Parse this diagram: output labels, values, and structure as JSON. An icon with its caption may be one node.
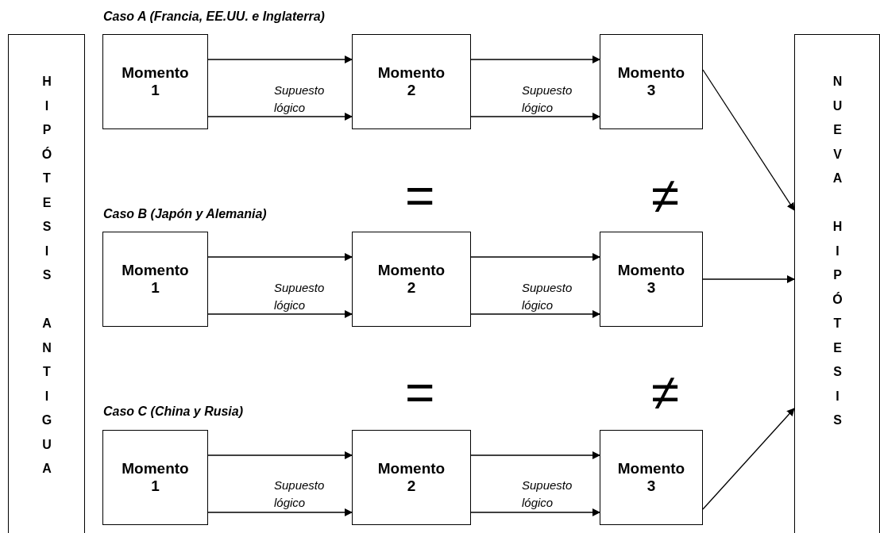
{
  "diagram": {
    "nodes": [
      {
        "text": [
          "HIPÓTESIS ANTIGUA"
        ]
      },
      {
        "text": [
          "Momento 1"
        ]
      },
      {
        "text": [
          "Momento 2"
        ]
      },
      {
        "text": [
          "Momento 3"
        ]
      },
      {
        "text": [
          "Momento 1"
        ]
      },
      {
        "text": [
          "Momento 2"
        ]
      },
      {
        "text": [
          "Momento 3"
        ]
      },
      {
        "text": [
          "Momento 1"
        ]
      },
      {
        "text": [
          "Momento 2"
        ]
      },
      {
        "text": [
          "Momento 3"
        ]
      },
      {
        "text": [
          "NUEVA HIPÓTESIS"
        ]
      }
    ],
    "edges": [
      {
        "from": 1,
        "to": 2,
        "arrow": "to"
      },
      {
        "from": 1,
        "to": 2,
        "arrow": "to"
      },
      {
        "from": 2,
        "to": 3,
        "arrow": "to"
      },
      {
        "from": 2,
        "to": 3,
        "arrow": "to"
      },
      {
        "from": 3,
        "to": 10,
        "arrow": "to"
      },
      {
        "from": 4,
        "to": 5,
        "arrow": "to"
      },
      {
        "from": 4,
        "to": 5,
        "arrow": "to"
      },
      {
        "from": 5,
        "to": 6,
        "arrow": "to"
      },
      {
        "from": 5,
        "to": 6,
        "arrow": "to"
      },
      {
        "from": 6,
        "to": 10,
        "arrow": "to"
      },
      {
        "from": 7,
        "to": 8,
        "arrow": "to"
      },
      {
        "from": 7,
        "to": 8,
        "arrow": "to"
      },
      {
        "from": 8,
        "to": 9,
        "arrow": "to"
      },
      {
        "from": 8,
        "to": 9,
        "arrow": "to"
      },
      {
        "from": 9,
        "to": 10,
        "arrow": "to"
      }
    ],
    "labels": [
      "Caso A (Francia, EE.UU. e Inglaterra)",
      "Supuesto lógico",
      "Supuesto lógico",
      "=",
      "≠",
      "Caso B (Japón y Alemania)",
      "Supuesto lógico",
      "Supuesto lógico",
      "=",
      "≠",
      "Caso C (China y Rusia)",
      "Supuesto lógico",
      "Supuesto lógico"
    ]
  }
}
